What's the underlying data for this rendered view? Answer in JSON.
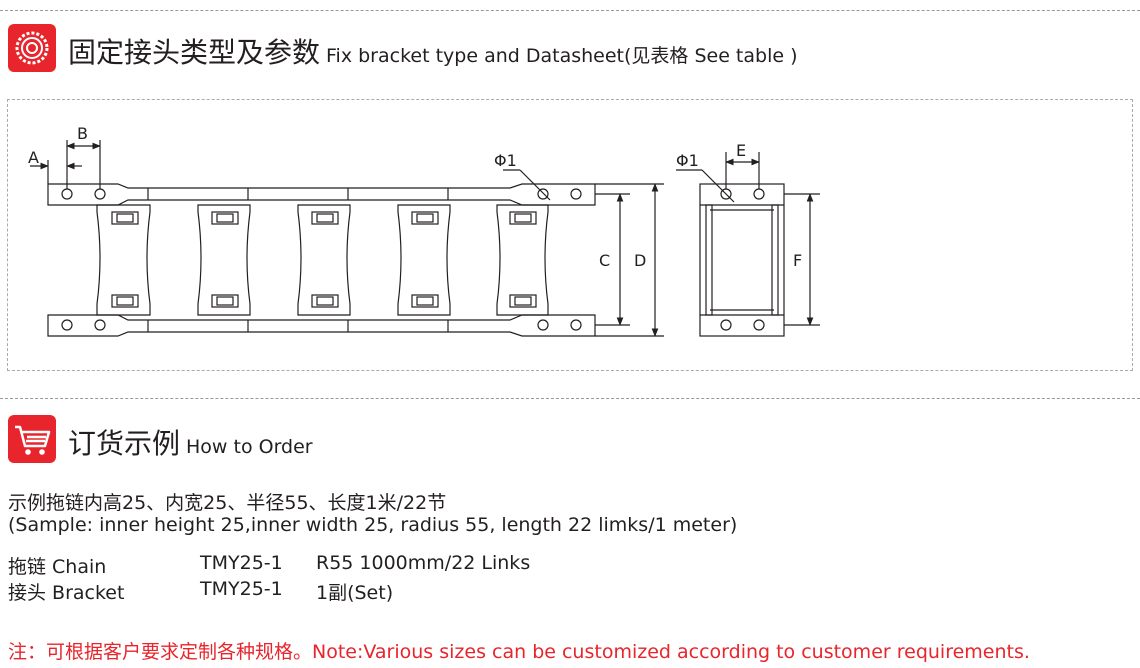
{
  "colors": {
    "accent": "#e8252c",
    "text": "#231f20",
    "line": "#231f20"
  },
  "section1": {
    "icon": "ring-gear-icon",
    "title_cn": "固定接头类型及参数",
    "title_en": "Fix bracket type and Datasheet(见表格  See table )"
  },
  "diagram": {
    "labels": {
      "A": "A",
      "B": "B",
      "C": "C",
      "D": "D",
      "E": "E",
      "F": "F",
      "phi1_left": "Φ1",
      "phi1_right": "Φ1"
    }
  },
  "section2": {
    "icon": "shopping-cart-icon",
    "title_cn": "订货示例",
    "title_en": "How to Order"
  },
  "order": {
    "sample_cn": "示例拖链内高25、内宽25、半径55、长度1米/22节",
    "sample_en": "(Sample: inner height 25,inner width 25, radius 55, length 22 limks/1 meter)",
    "rows": [
      {
        "label": "拖链  Chain",
        "model": "TMY25-1",
        "spec": "R55  1000mm/22 Links"
      },
      {
        "label": "接头  Bracket",
        "model": "TMY25-1",
        "spec": "1副(Set)"
      }
    ]
  },
  "note": "注：可根据客户要求定制各种规格。Note:Various sizes can be customized according to customer requirements."
}
